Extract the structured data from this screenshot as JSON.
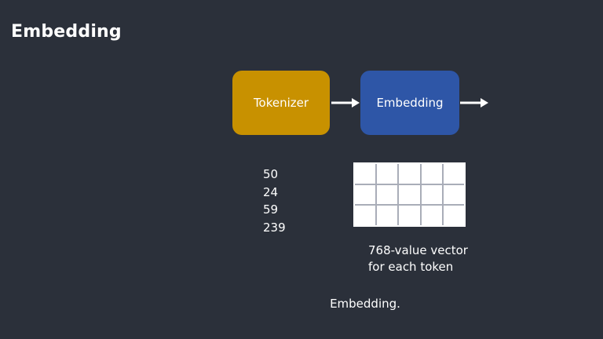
{
  "slide": {
    "title": "Embedding"
  },
  "diagram": {
    "tokenizer_label": "Tokenizer",
    "embedding_label": "Embedding",
    "token_ids": [
      "50",
      "24",
      "59",
      "239"
    ],
    "vector_caption_line1": "768-value vector",
    "vector_caption_line2": "for each token",
    "grid": {
      "rows": 3,
      "cols": 5
    }
  },
  "subtitle": "Embedding.",
  "colors": {
    "background": "#2b303a",
    "tokenizer_box": "#c89100",
    "embedding_box": "#2e56a7"
  }
}
